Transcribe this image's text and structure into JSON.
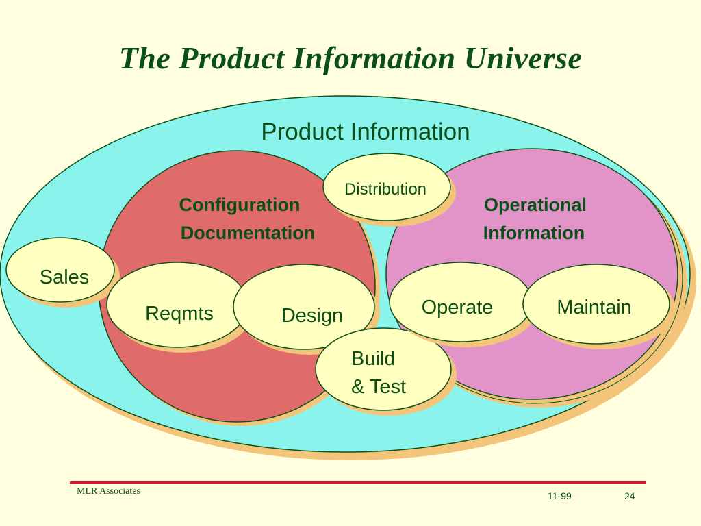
{
  "slide": {
    "title": "The Product Information Universe"
  },
  "diagram": {
    "outer_label": "Product Information",
    "left_group_label": [
      "Configuration",
      "Documentation"
    ],
    "right_group_label": [
      "Operational",
      "Information"
    ],
    "nodes": {
      "distribution": "Distribution",
      "sales": "Sales",
      "reqmts": "Reqmts",
      "design": "Design",
      "build_test": [
        "Build",
        "& Test"
      ],
      "operate": "Operate",
      "maintain": "Maintain"
    },
    "colors": {
      "background": "#ffffe0",
      "outer_ellipse": "#8af3ec",
      "config_circle": "#e06b6b",
      "operational_circle": "#e294c8",
      "node_fill": "#ffffbf",
      "shadow": "#f3c57a",
      "outline": "#0b4f18",
      "text": "#0b4f18",
      "accent_line": "#e8102a"
    }
  },
  "footer": {
    "company": "MLR Associates",
    "date": "11-99",
    "page": "24"
  }
}
